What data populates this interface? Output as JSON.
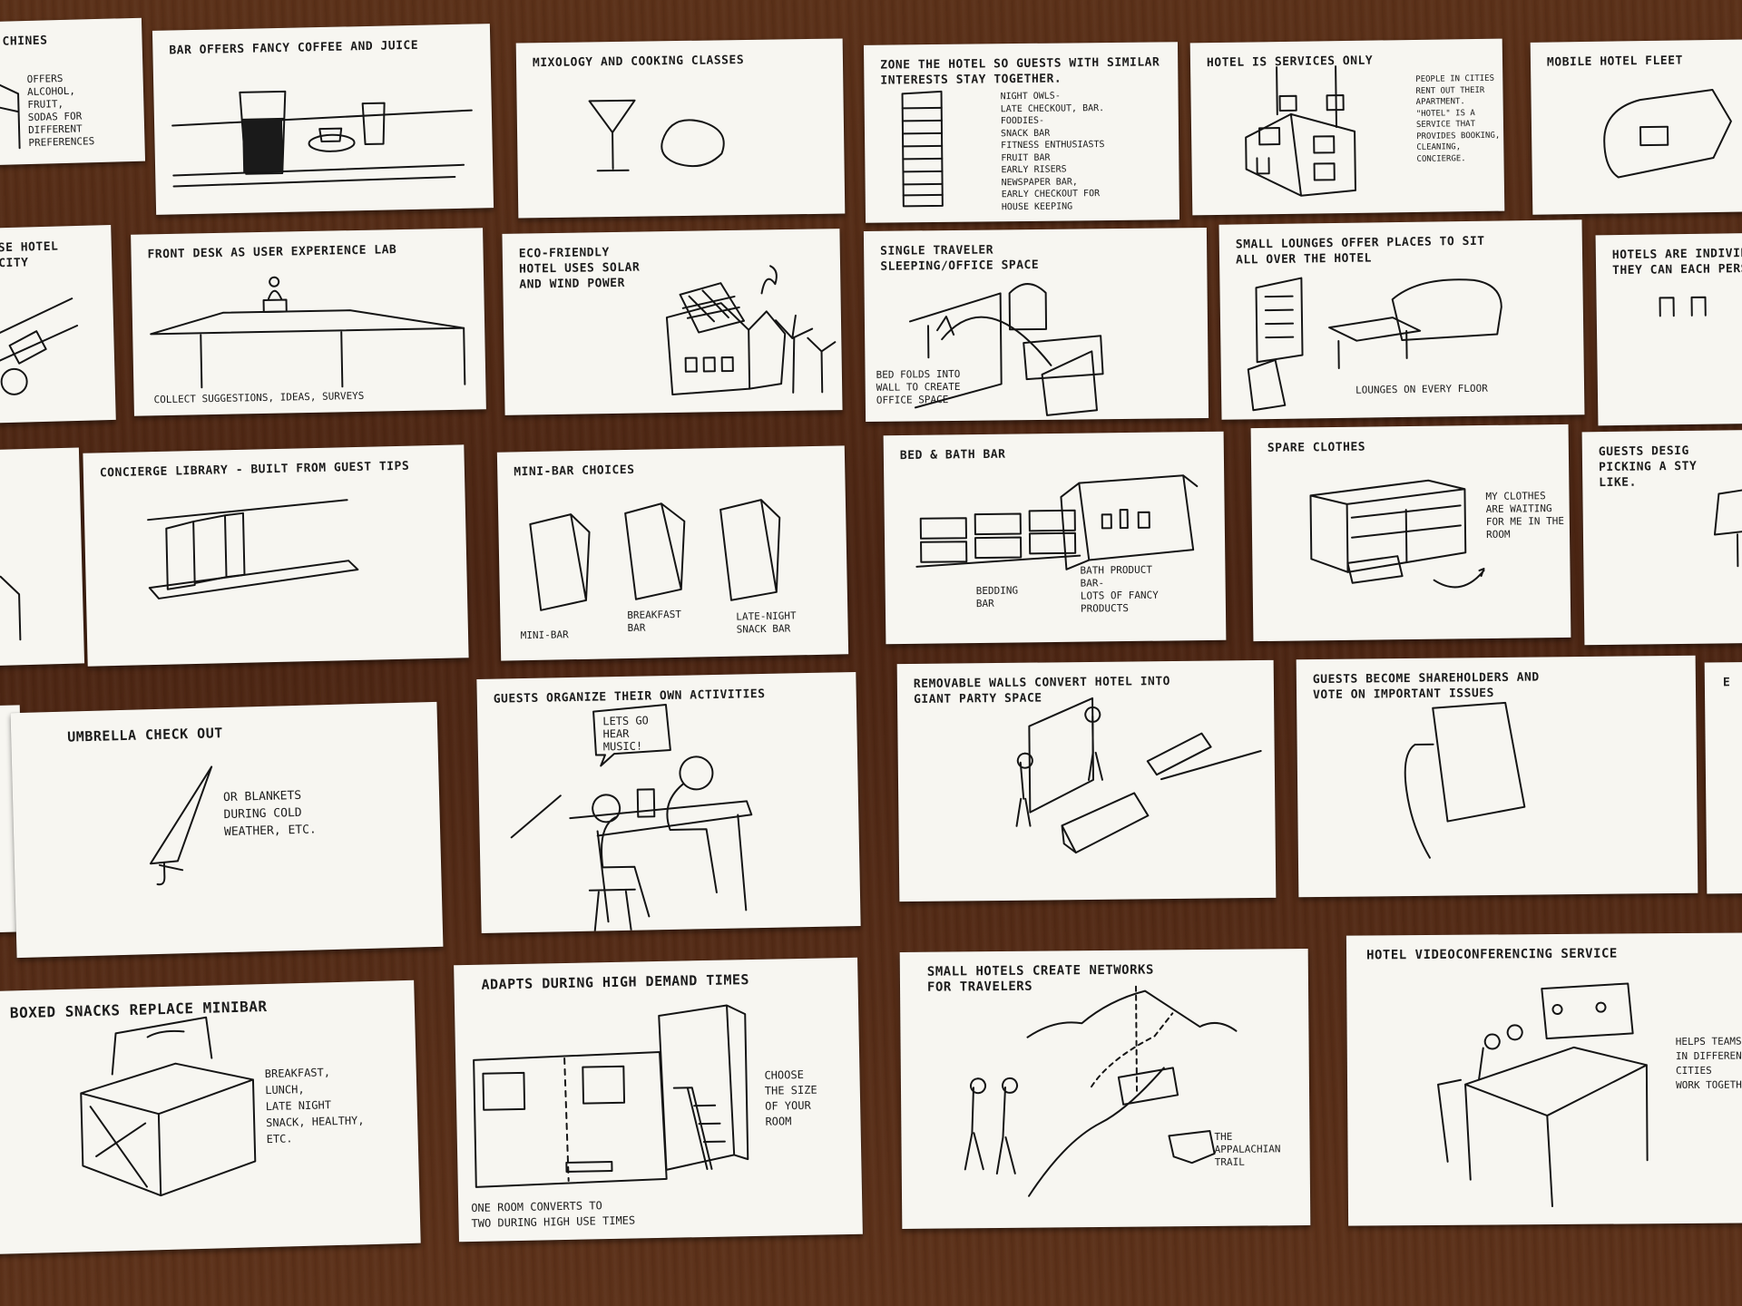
{
  "cards": {
    "c01": {
      "title": "chines",
      "note": "offers\nalcohol,\nfruit,\nsodas for\ndifferent\npreferences"
    },
    "c02": {
      "title": "Bar offers fancy coffee and juice"
    },
    "c03": {
      "title": "Mixology and cooking classes"
    },
    "c04": {
      "title": "Zone the hotel so guests with similar\ninterests stay together.",
      "note": "night owls-\nlate checkout, bar.\nfoodies-\nsnack bar\nfitness enthusiasts\nfruit bar\nearly risers\nnewspaper bar,\nearly checkout for\nhouse keeping"
    },
    "c05": {
      "title": "Hotel is services only",
      "note": "people in cities\nrent out their\napartment.\n\"hotel\" is a\nservice that\nprovides booking,\ncleaning,\nconcierge."
    },
    "c06": {
      "title": "Mobile hotel fleet"
    },
    "c07": {
      "title": "se hotel\ncity"
    },
    "c08": {
      "title": "Front desk as user experience lab",
      "note": "collect suggestions, ideas, surveys"
    },
    "c09": {
      "title": "Eco-friendly\nhotel uses solar\nand wind power"
    },
    "c10": {
      "title": "Single traveler\nsleeping/office space",
      "note": "bed folds into\nwall to create\noffice space"
    },
    "c11": {
      "title": "Small lounges offer places to sit\nall over the hotel",
      "note": "lounges on every floor"
    },
    "c12": {
      "title": "Hotels are individua\nthey can each pers"
    },
    "c13": {
      "title": "Concierge library - built from guest tips"
    },
    "c14": {
      "title": "mini-bar choices",
      "note1": "mini-bar",
      "note2": "breakfast\nbar",
      "note3": "late-night\nsnack bar"
    },
    "c15": {
      "title": "Bed & bath bar",
      "note1": "bedding\nbar",
      "note2": "bath product\nbar-\nlots of fancy\nproducts"
    },
    "c16": {
      "title": "Spare clothes",
      "note": "my clothes\nare waiting\nfor me in the\nroom"
    },
    "c17": {
      "title": "Guests desig\npicking a sty\nlike."
    },
    "c18": {
      "title": "Umbrella check out",
      "note": "or blankets\nduring cold\nweather, etc."
    },
    "c19": {
      "title": "Guests organize their own activities",
      "note": "lets go\nhear\nmusic!"
    },
    "c20": {
      "title": "Removable walls convert hotel into\ngiant party space"
    },
    "c21": {
      "title": "Guests become shareholders and\nvote on important issues"
    },
    "c22": {
      "title": "Boxed snacks replace minibar",
      "note": "breakfast,\nlunch,\nlate night\nsnack, healthy,\netc."
    },
    "c23": {
      "title": "Adapts during high demand times",
      "note1": "choose\nthe size\nof your\nroom",
      "note2": "one room converts to\ntwo during high use times"
    },
    "c24": {
      "title": "Small hotels create networks\nfor travelers",
      "note": "the\nappalachian\ntrail"
    },
    "c25": {
      "title": "Hotel videoconferencing service",
      "note": "helps teams\nin differen\ncities\nwork togeth"
    }
  }
}
